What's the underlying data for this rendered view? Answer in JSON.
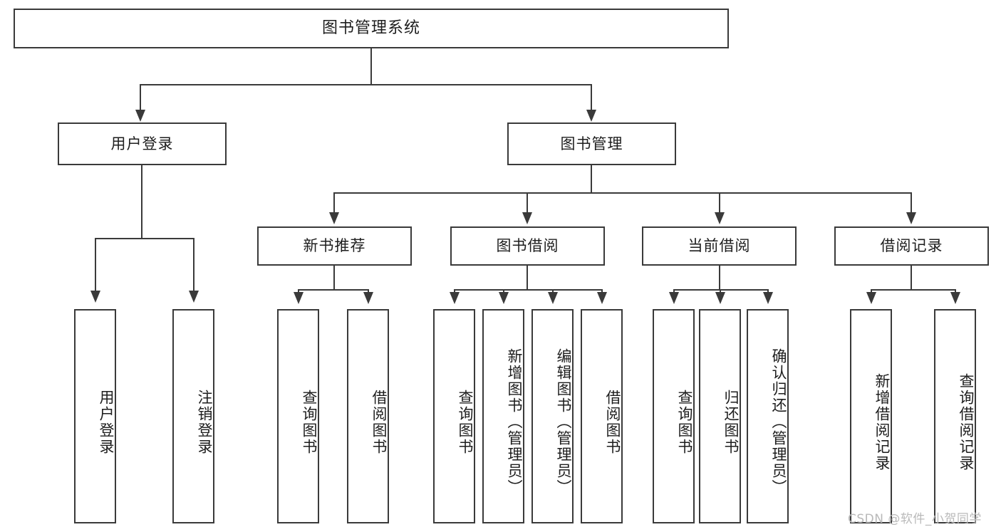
{
  "diagram": {
    "type": "tree",
    "title": "图书管理系统",
    "root": {
      "label": "图书管理系统"
    },
    "level1": [
      {
        "label": "用户登录"
      },
      {
        "label": "图书管理"
      }
    ],
    "level2": [
      {
        "label": "新书推荐"
      },
      {
        "label": "图书借阅"
      },
      {
        "label": "当前借阅"
      },
      {
        "label": "借阅记录"
      }
    ],
    "leaves": {
      "user_login": [
        {
          "label": "用户登录"
        },
        {
          "label": "注销登录"
        }
      ],
      "new_book_recommend": [
        {
          "label": "查询图书"
        },
        {
          "label": "借阅图书"
        }
      ],
      "book_borrow": [
        {
          "label": "查询图书"
        },
        {
          "label": "新增图书（管理员）"
        },
        {
          "label": "编辑图书（管理员）"
        },
        {
          "label": "借阅图书"
        }
      ],
      "current_borrow": [
        {
          "label": "查询图书"
        },
        {
          "label": "归还图书"
        },
        {
          "label": "确认归还（管理员）"
        }
      ],
      "borrow_record": [
        {
          "label": "新增借阅记录"
        },
        {
          "label": "查询借阅记录"
        }
      ]
    }
  },
  "watermark": {
    "text": "CSDN @软件_小贺同学"
  },
  "colors": {
    "stroke": "#3a3a3a",
    "background": "#ffffff",
    "text": "#1d1d1d",
    "watermark": "#b9b9b9"
  }
}
